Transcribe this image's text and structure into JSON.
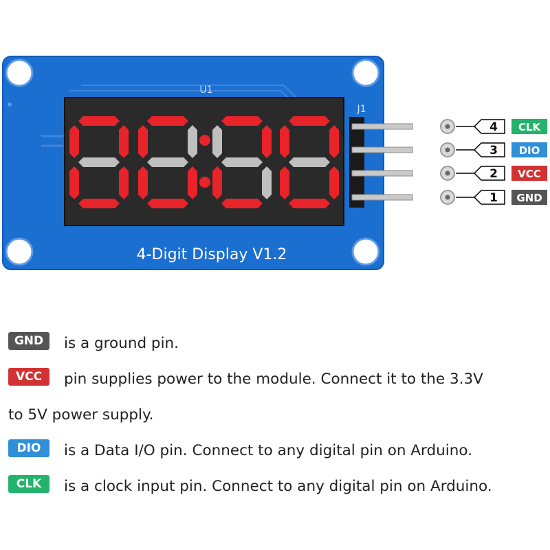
{
  "board": {
    "title": "4-Digit Display  V1.2",
    "u1_label": "U1",
    "j1_label": "J1",
    "pcb_color": "#1b6fd1",
    "segment_on_color": "#e8232a",
    "segment_off_color": "#bfbfbf"
  },
  "pins": [
    {
      "number": "4",
      "name": "CLK",
      "color": "#23b36b"
    },
    {
      "number": "3",
      "name": "DIO",
      "color": "#2f8fd8"
    },
    {
      "number": "2",
      "name": "VCC",
      "color": "#d23232"
    },
    {
      "number": "1",
      "name": "GND",
      "color": "#555555"
    }
  ],
  "legend": [
    {
      "badge": "GND",
      "color": "#555555",
      "lines": [
        "is a ground pin."
      ]
    },
    {
      "badge": "VCC",
      "color": "#d23232",
      "lines": [
        "pin supplies power to the module. Connect it to the 3.3V",
        "to 5V power supply."
      ]
    },
    {
      "badge": "DIO",
      "color": "#2f8fd8",
      "lines": [
        "is a Data I/O pin. Connect to any digital pin on Arduino."
      ]
    },
    {
      "badge": "CLK",
      "color": "#23b36b",
      "lines": [
        "is a clock input pin. Connect to any digital pin on Arduino."
      ]
    }
  ]
}
